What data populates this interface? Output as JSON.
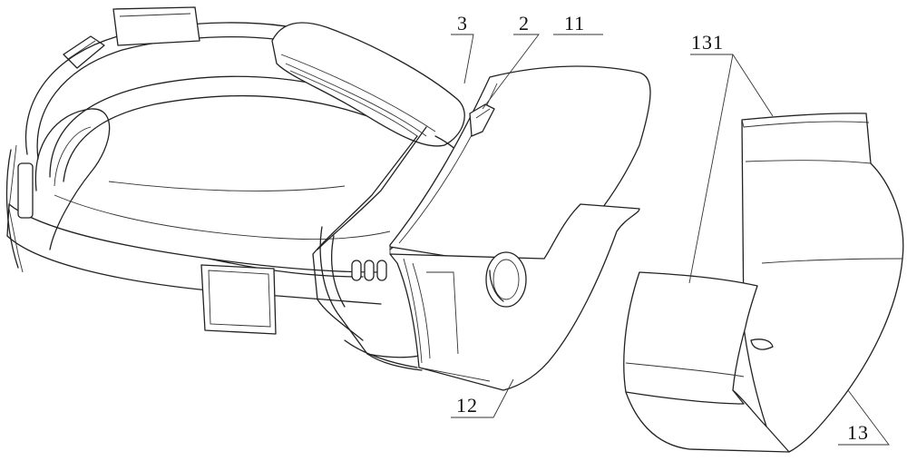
{
  "labels": {
    "l3": "3",
    "l2": "2",
    "l11": "11",
    "l131": "131",
    "l12": "12",
    "l13": "13"
  }
}
